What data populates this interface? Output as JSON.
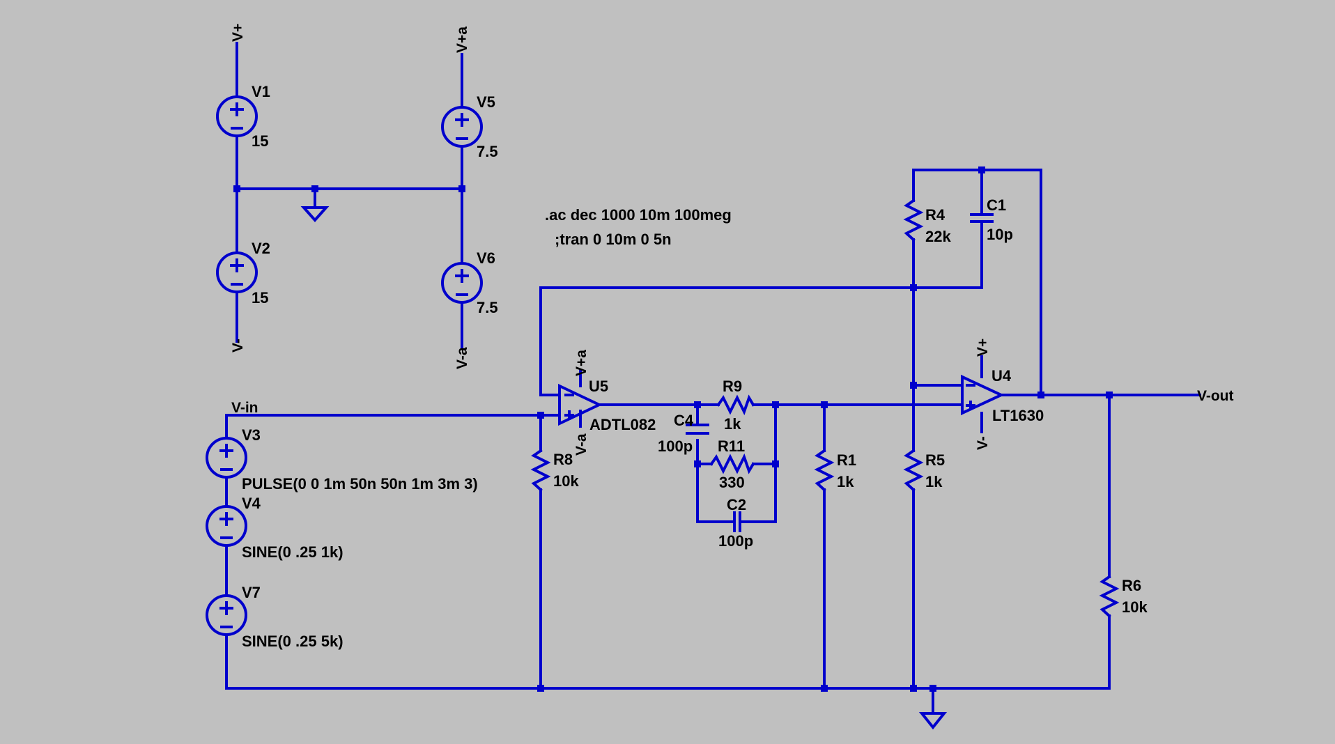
{
  "directives": {
    "ac": ".ac dec 1000 10m 100meg",
    "tran": ";tran 0 10m 0 5n"
  },
  "net_labels": {
    "vplus": "V+",
    "vplus_a": "V+a",
    "vminus": "V-",
    "vminus_a": "V-a",
    "vin": "V-in",
    "vout": "V-out"
  },
  "components": {
    "V1": {
      "name": "V1",
      "value": "15"
    },
    "V2": {
      "name": "V2",
      "value": "15"
    },
    "V5": {
      "name": "V5",
      "value": "7.5"
    },
    "V6": {
      "name": "V6",
      "value": "7.5"
    },
    "V3": {
      "name": "V3",
      "value": "PULSE(0 0 1m 50n 50n 1m 3m 3)"
    },
    "V4": {
      "name": "V4",
      "value": "SINE(0 .25 1k)"
    },
    "V7": {
      "name": "V7",
      "value": "SINE(0 .25 5k)"
    },
    "U5": {
      "name": "U5",
      "value": "ADTL082"
    },
    "U4": {
      "name": "U4",
      "value": "LT1630"
    },
    "R8": {
      "name": "R8",
      "value": "10k"
    },
    "R9": {
      "name": "R9",
      "value": "1k"
    },
    "R11": {
      "name": "R11",
      "value": "330"
    },
    "R1": {
      "name": "R1",
      "value": "1k"
    },
    "R4": {
      "name": "R4",
      "value": "22k"
    },
    "R5": {
      "name": "R5",
      "value": "1k"
    },
    "R6": {
      "name": "R6",
      "value": "10k"
    },
    "C1": {
      "name": "C1",
      "value": "10p"
    },
    "C2": {
      "name": "C2",
      "value": "100p"
    },
    "C4": {
      "name": "C4",
      "value": "100p"
    }
  },
  "colors": {
    "wire": "#0000cc",
    "background": "#c0c0c0",
    "text": "#000000"
  }
}
